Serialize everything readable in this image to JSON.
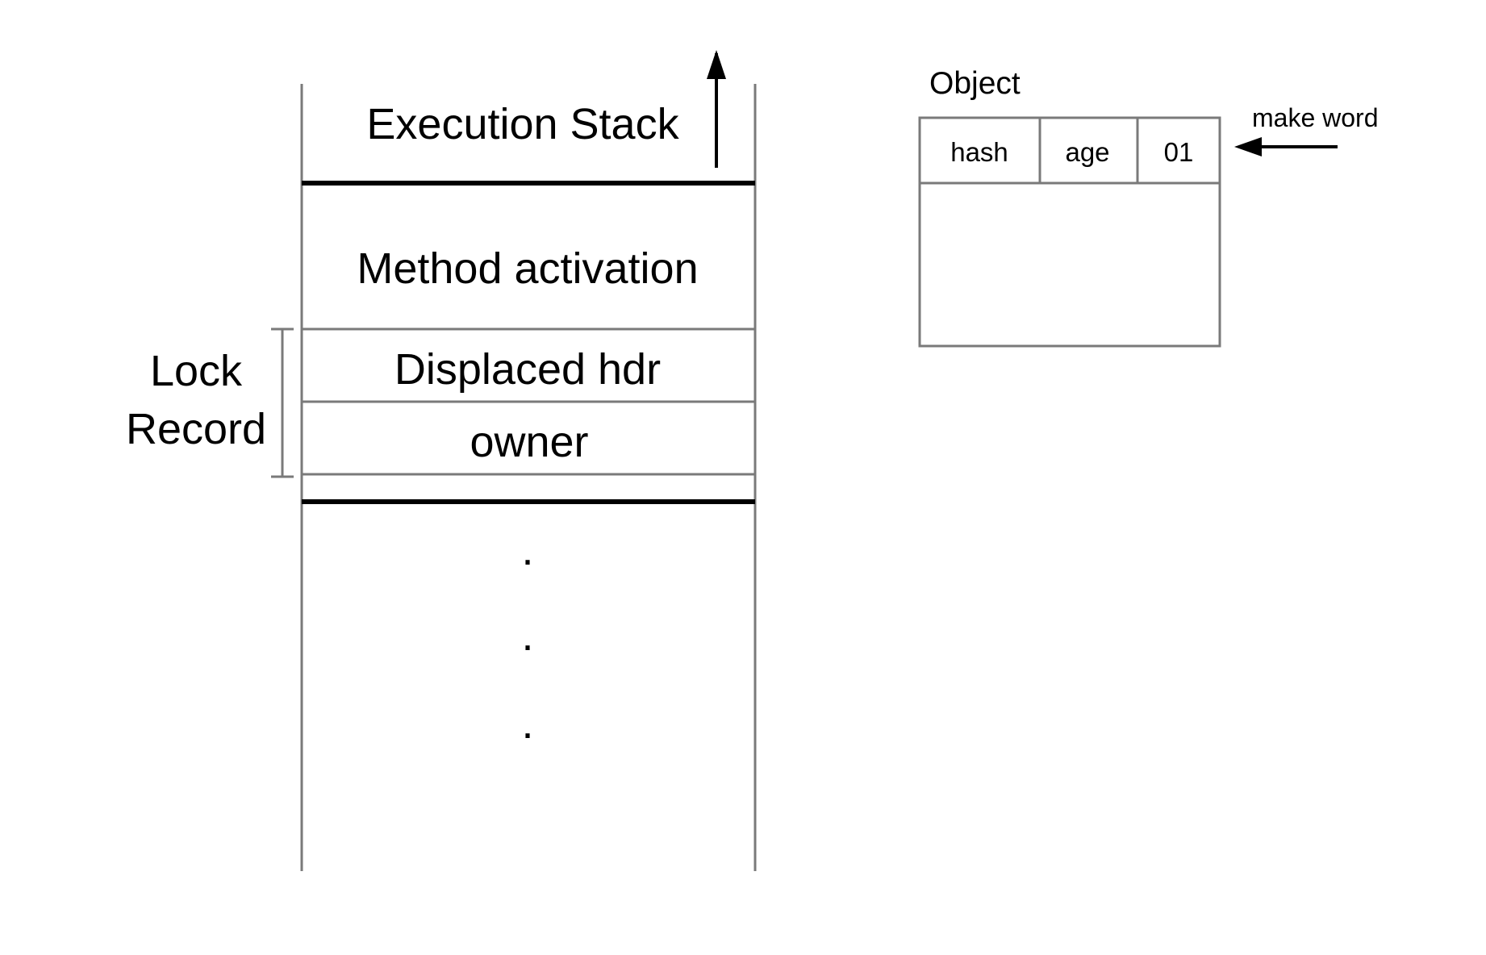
{
  "stack": {
    "title": "Execution Stack",
    "method_activation": "Method activation",
    "displaced_hdr": "Displaced hdr",
    "owner": "owner",
    "ellipsis": [
      ".",
      ".",
      "."
    ]
  },
  "lock_record": {
    "line1": "Lock",
    "line2": "Record"
  },
  "object": {
    "title": "Object",
    "header_cells": [
      "hash",
      "age",
      "01"
    ],
    "pointer_label": "make word"
  },
  "colors": {
    "line_gray": "#7a7a7a",
    "ink": "#000000",
    "background": "#ffffff"
  }
}
